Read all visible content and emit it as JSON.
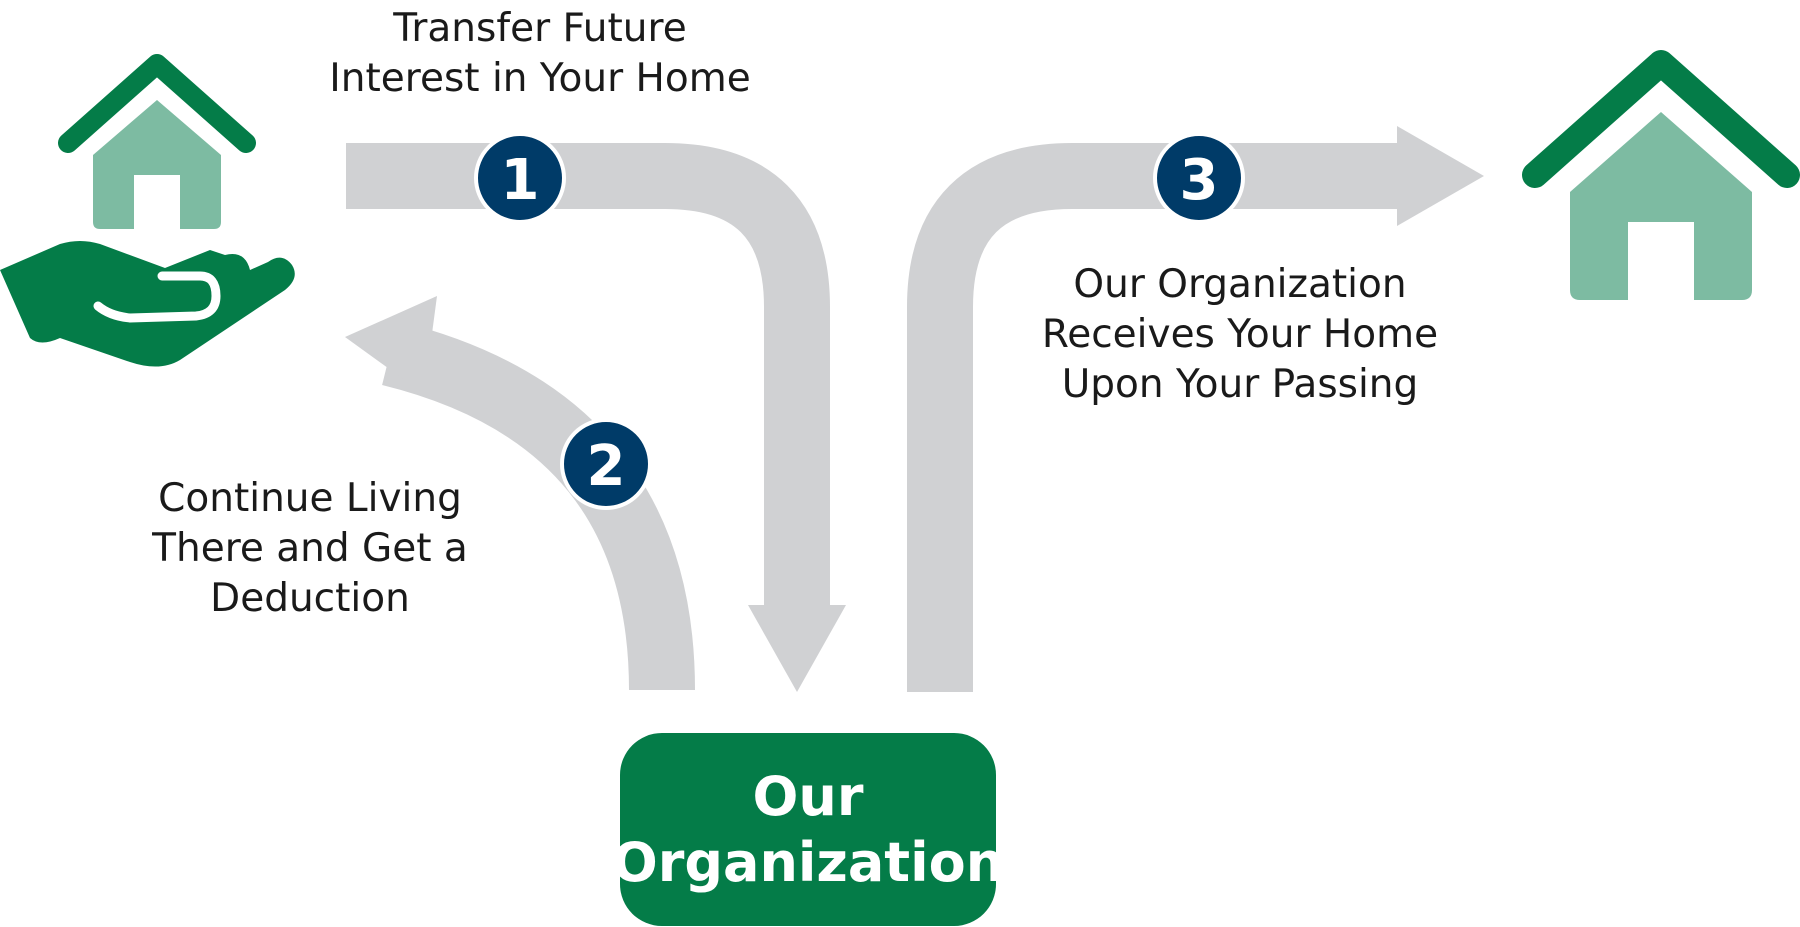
{
  "colors": {
    "arrow": "#d0d1d3",
    "brand_green": "#047c48",
    "light_green": "#7dbba2",
    "step_blue": "#003b68",
    "text": "#1a1a1a"
  },
  "steps": [
    {
      "number": "1",
      "caption": "Transfer Future\nInterest in Your Home"
    },
    {
      "number": "2",
      "caption": "Continue Living\nThere and Get a\nDeduction"
    },
    {
      "number": "3",
      "caption": "Our Organization\nReceives Your Home\nUpon Your Passing"
    }
  ],
  "organization": {
    "label": "Our\nOrganization"
  },
  "icons": {
    "donor": "hand-holding-house-icon",
    "destination": "house-icon"
  }
}
